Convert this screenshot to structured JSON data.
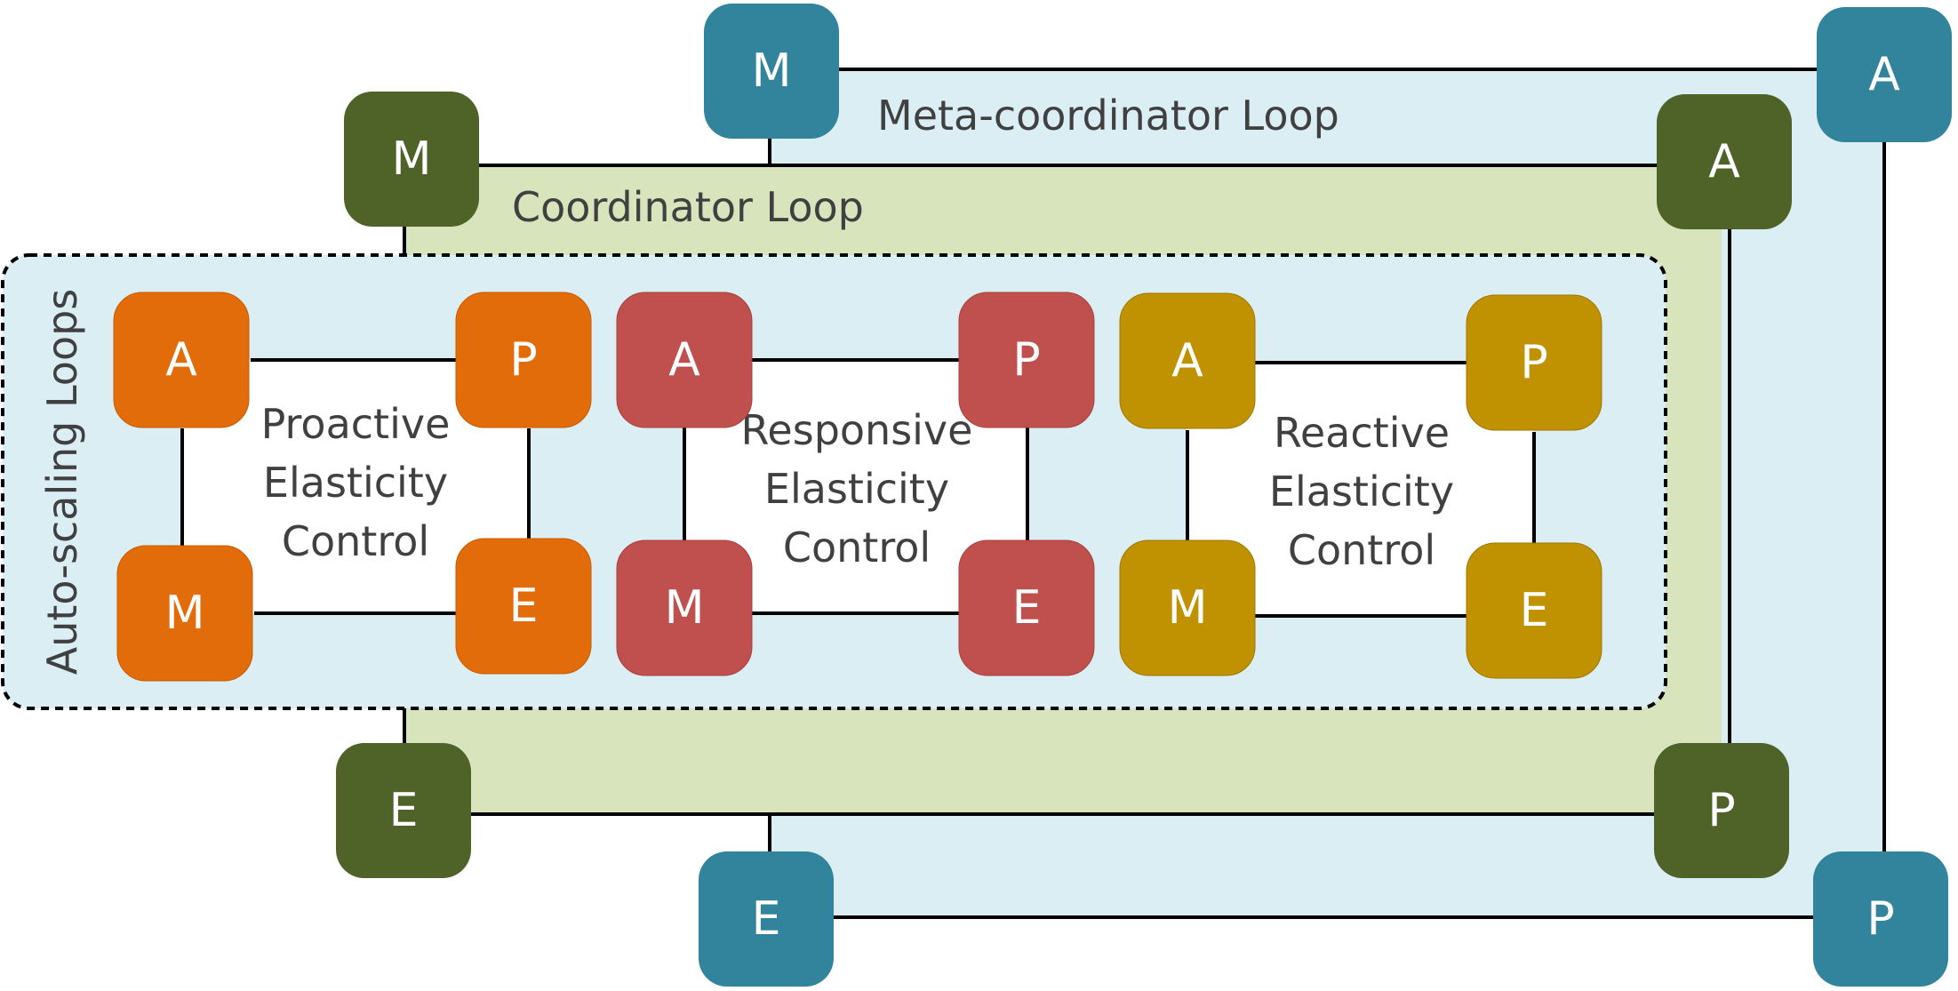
{
  "labels": {
    "meta_loop": "Meta-coordinator Loop",
    "coordinator_loop": "Coordinator Loop",
    "autoscaling_loops": "Auto-scaling Loops"
  },
  "colors": {
    "meta": "#31849B",
    "coordinator": "#4F6228",
    "proactive": "#E36C0A",
    "responsive": "#C0504D",
    "reactive": "#C09100",
    "meta_fill": "#DAEEF3",
    "coordinator_fill": "#D7E4BC",
    "line": "#000000",
    "text": "#404040"
  },
  "meta_nodes": {
    "m": "M",
    "a": "A",
    "p": "P",
    "e": "E"
  },
  "coordinator_nodes": {
    "m": "M",
    "a": "A",
    "p": "P",
    "e": "E"
  },
  "controls": [
    {
      "name": "proactive",
      "label_lines": [
        "Proactive",
        "Elasticity",
        "Control"
      ],
      "nodes": {
        "a": "A",
        "p": "P",
        "m": "M",
        "e": "E"
      }
    },
    {
      "name": "responsive",
      "label_lines": [
        "Responsive",
        "Elasticity",
        "Control"
      ],
      "nodes": {
        "a": "A",
        "p": "P",
        "m": "M",
        "e": "E"
      }
    },
    {
      "name": "reactive",
      "label_lines": [
        "Reactive",
        "Elasticity",
        "Control"
      ],
      "nodes": {
        "a": "A",
        "p": "P",
        "m": "M",
        "e": "E"
      }
    }
  ]
}
